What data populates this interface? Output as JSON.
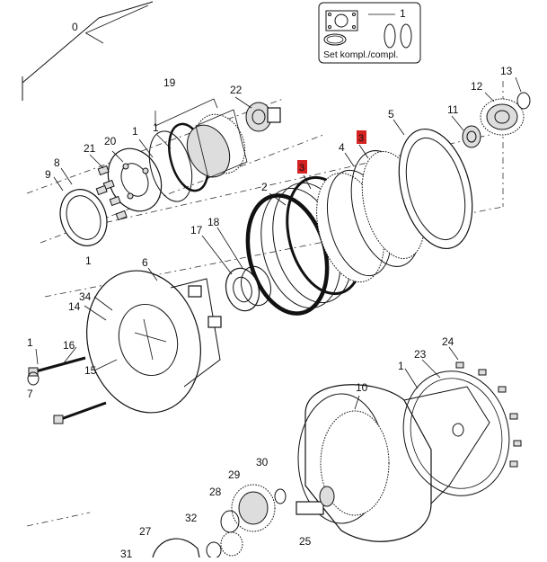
{
  "kit": {
    "caption": "Set kompl./compl.",
    "number": "1"
  },
  "callouts": [
    {
      "key": "p0",
      "text": "0"
    },
    {
      "key": "p1a",
      "text": "1"
    },
    {
      "key": "p1b",
      "text": "1"
    },
    {
      "key": "p1c",
      "text": "1"
    },
    {
      "key": "p1d",
      "text": "1"
    },
    {
      "key": "p1e",
      "text": "1"
    },
    {
      "key": "p2",
      "text": "2"
    },
    {
      "key": "p3a",
      "text": "3"
    },
    {
      "key": "p3b",
      "text": "3"
    },
    {
      "key": "p4",
      "text": "4"
    },
    {
      "key": "p5",
      "text": "5"
    },
    {
      "key": "p6",
      "text": "6"
    },
    {
      "key": "p7",
      "text": "7"
    },
    {
      "key": "p8",
      "text": "8"
    },
    {
      "key": "p9",
      "text": "9"
    },
    {
      "key": "p10",
      "text": "10"
    },
    {
      "key": "p11",
      "text": "11"
    },
    {
      "key": "p12",
      "text": "12"
    },
    {
      "key": "p13",
      "text": "13"
    },
    {
      "key": "p14",
      "text": "14"
    },
    {
      "key": "p15",
      "text": "15"
    },
    {
      "key": "p16",
      "text": "16"
    },
    {
      "key": "p17",
      "text": "17"
    },
    {
      "key": "p18",
      "text": "18"
    },
    {
      "key": "p19",
      "text": "19"
    },
    {
      "key": "p20",
      "text": "20"
    },
    {
      "key": "p21",
      "text": "21"
    },
    {
      "key": "p22",
      "text": "22"
    },
    {
      "key": "p23",
      "text": "23"
    },
    {
      "key": "p24",
      "text": "24"
    },
    {
      "key": "p25",
      "text": "25"
    },
    {
      "key": "p27",
      "text": "27"
    },
    {
      "key": "p28",
      "text": "28"
    },
    {
      "key": "p29",
      "text": "29"
    },
    {
      "key": "p30",
      "text": "30"
    },
    {
      "key": "p31",
      "text": "31"
    },
    {
      "key": "p32",
      "text": "32"
    },
    {
      "key": "p34",
      "text": "34"
    }
  ],
  "highlight_color": "#d42222"
}
